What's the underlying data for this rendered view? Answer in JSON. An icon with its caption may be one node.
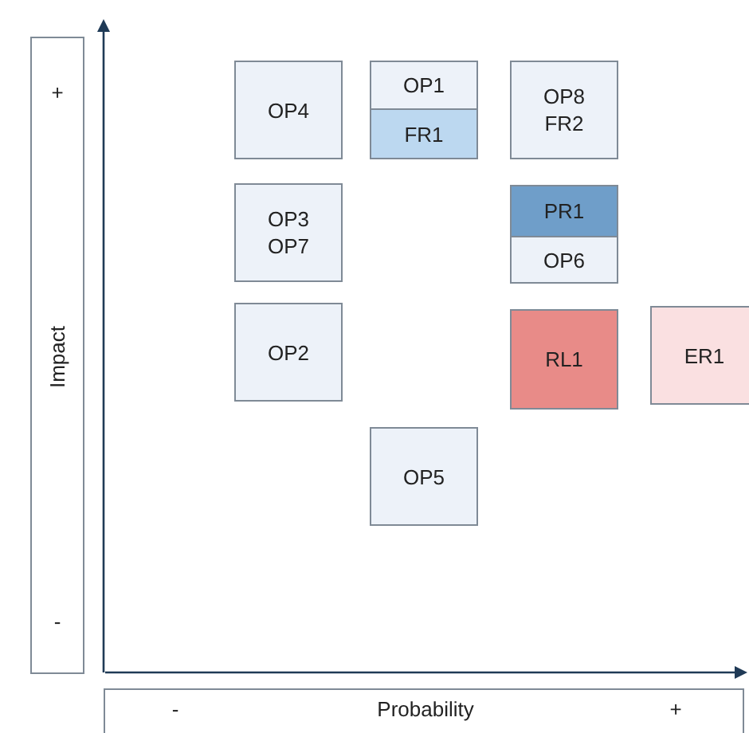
{
  "diagram": {
    "nodes": [
      {
        "text": [
          "+",
          "Impact",
          "-"
        ]
      },
      {
        "text": [
          "OP4"
        ]
      },
      {
        "text": [
          "OP1"
        ]
      },
      {
        "text": [
          "FR1"
        ]
      },
      {
        "text": [
          "OP8",
          "FR2"
        ]
      },
      {
        "text": [
          "OP3",
          "OP7"
        ]
      },
      {
        "text": [
          "PR1"
        ]
      },
      {
        "text": [
          "OP6"
        ]
      },
      {
        "text": [
          "OP2"
        ]
      },
      {
        "text": [
          "RL1"
        ]
      },
      {
        "text": [
          "ER1"
        ]
      },
      {
        "text": [
          "OP5"
        ]
      },
      {
        "text": [
          "-",
          "Probability",
          "+"
        ]
      }
    ]
  }
}
